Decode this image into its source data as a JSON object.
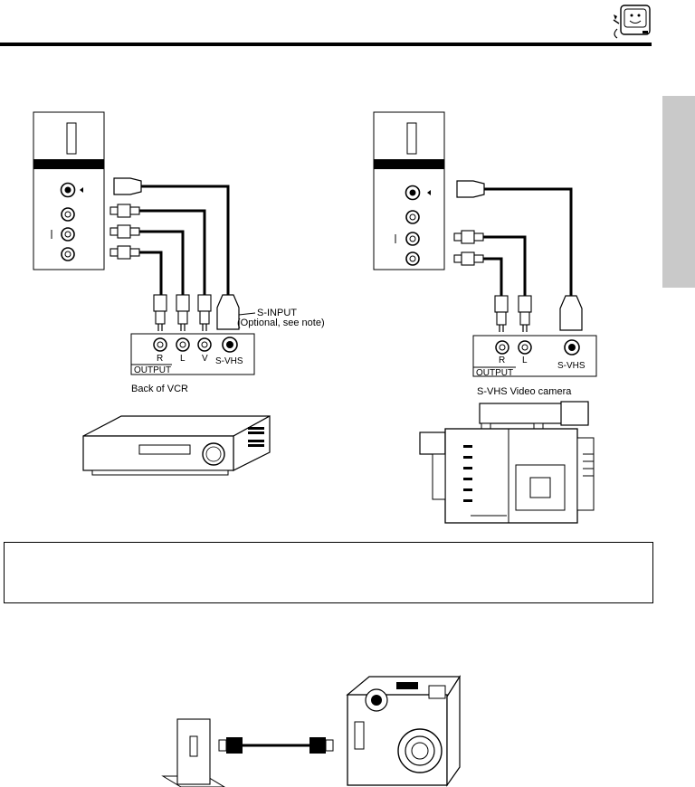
{
  "diagram": {
    "left": {
      "input_label": "S-INPUT",
      "input_note": "(Optional, see note)",
      "jacks": [
        "R",
        "L",
        "V",
        "S-VHS"
      ],
      "output_label": "OUTPUT",
      "caption": "Back of VCR"
    },
    "right": {
      "jacks": [
        "R",
        "L",
        "S-VHS"
      ],
      "output_label": "OUTPUT",
      "caption": "S-VHS Video camera"
    }
  },
  "colors": {
    "line": "#000000",
    "tab": "#c9c9c9",
    "background": "#ffffff"
  },
  "icons": [
    "tv-mascot-icon",
    "vcr-icon",
    "camcorder-icon",
    "digital-camera-icon"
  ]
}
